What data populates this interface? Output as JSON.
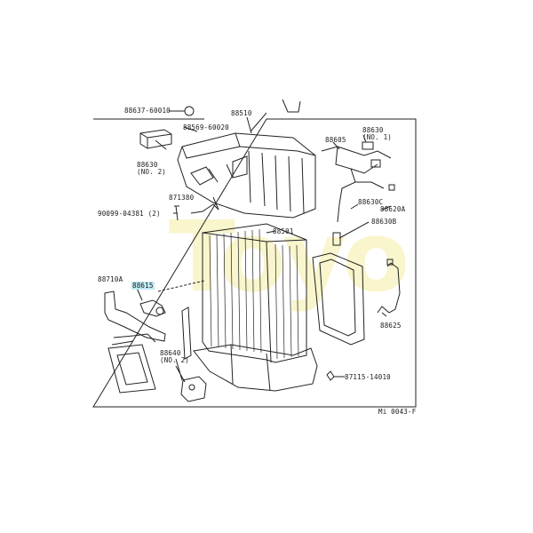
{
  "labels": {
    "p88637": "88637-60010",
    "p88510": "88510",
    "p88569": "88569-60020",
    "p88630_top": "88630",
    "p88630_top_no": "(NO. 1)",
    "p88605": "88605",
    "p88630_left": "88630",
    "p88630_left_no": "(NO. 2)",
    "p871380": "871380",
    "p90099": "90099-04381 (2)",
    "p88630C": "88630C",
    "p88620A": "88620A",
    "p88630B": "88630B",
    "p88501": "88501",
    "p88710A": "88710A",
    "p88615": "88615",
    "p88625": "88625",
    "p88640": "88640",
    "p88640_no": "(NO. 2)",
    "p87115": "87115-14010",
    "ref": "Mi 0043-F"
  },
  "highlight_color": "#bfe9f5",
  "watermark_text": "Toyo"
}
